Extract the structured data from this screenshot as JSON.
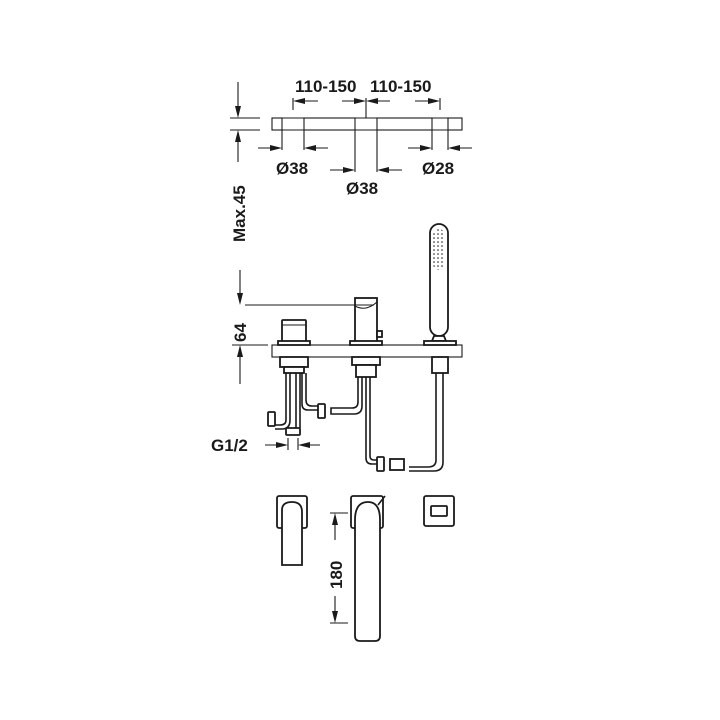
{
  "diagram": {
    "type": "technical-drawing",
    "subject": "3-hole deck-mounted bath mixer with hand shower",
    "colors": {
      "line": "#1a1a1a",
      "background": "#ffffff"
    },
    "top_view": {
      "spacing_left": "110-150",
      "spacing_right": "110-150",
      "hole_left": "Ø38",
      "hole_center": "Ø38",
      "hole_right": "Ø28",
      "deck_thickness": "Max.45"
    },
    "side_view": {
      "height_above_deck": "64",
      "connection_thread": "G1/2"
    },
    "front_view": {
      "spout_length": "180"
    }
  }
}
